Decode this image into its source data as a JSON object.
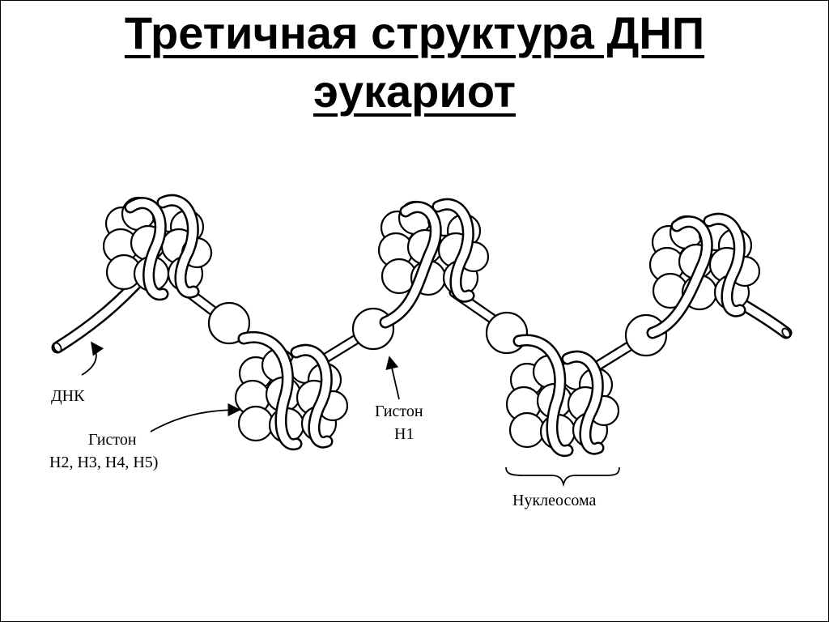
{
  "title": {
    "line1": "Третичная структура ДНП",
    "line2": "эукариот"
  },
  "labels": {
    "dna": "ДНК",
    "histone_core_line1": "Гистон",
    "histone_core_line2": "H2, H3, H4, H5)",
    "histone_h1_line1": "Гистон",
    "histone_h1_line2": "H1",
    "nucleosome": "Нуклеосома"
  },
  "colors": {
    "ink": "#000000",
    "background": "#ffffff"
  }
}
